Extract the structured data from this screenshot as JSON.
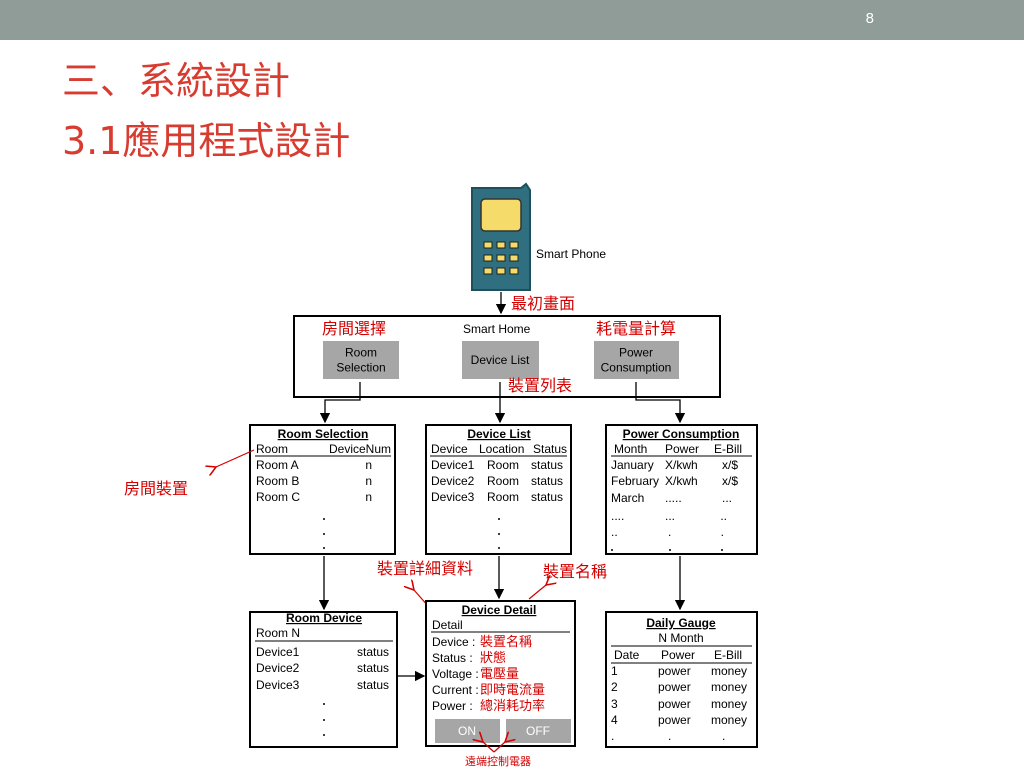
{
  "slide": {
    "page_number": "8",
    "title_line1": "三、系統設計",
    "title_line2": "3.1應用程式設計"
  },
  "colors": {
    "title": "#d83b2f",
    "topbar": "#909c98",
    "annotation": "#d40000",
    "phone_body": "#2f6f7f",
    "phone_screen": "#f5dc6a",
    "button_gray": "#a6a6a6"
  },
  "phone": {
    "label": "Smart Phone"
  },
  "home": {
    "title": "Smart Home",
    "buttons": [
      "Room\nSelection",
      "Device List",
      "Power\nConsumption"
    ]
  },
  "room_selection": {
    "title": "Room Selection",
    "header": [
      "Room",
      "DeviceNum"
    ],
    "rows": [
      [
        "Room A",
        "n"
      ],
      [
        "Room B",
        "n"
      ],
      [
        "Room C",
        "n"
      ]
    ]
  },
  "device_list": {
    "title": "Device List",
    "header": [
      "Device",
      "Location",
      "Status"
    ],
    "rows": [
      [
        "Device1",
        "Room",
        "status"
      ],
      [
        "Device2",
        "Room",
        "status"
      ],
      [
        "Device3",
        "Room",
        "status"
      ]
    ]
  },
  "power_consumption": {
    "title": "Power Consumption",
    "header": [
      "Month",
      "Power",
      "E-Bill"
    ],
    "rows": [
      [
        "January",
        "X/kwh",
        "x/$"
      ],
      [
        "February",
        "X/kwh",
        "x/$"
      ],
      [
        "March",
        ".....",
        "..."
      ],
      [
        "....",
        "...",
        ".."
      ],
      [
        "..",
        ".",
        "."
      ]
    ]
  },
  "room_device": {
    "title": "Room Device",
    "subheader": "Room N",
    "rows": [
      [
        "Device1",
        "status"
      ],
      [
        "Device2",
        "status"
      ],
      [
        "Device3",
        "status"
      ]
    ]
  },
  "device_detail": {
    "title": "Device Detail",
    "subheader": "Detail",
    "labels": [
      "Device",
      "Status",
      "Voltage",
      "Current",
      "Power"
    ],
    "values": [
      "裝置名稱",
      "狀態",
      "電壓量",
      "即時電流量",
      "總消耗功率"
    ],
    "on_label": "ON",
    "off_label": "OFF"
  },
  "daily_gauge": {
    "title": "Daily Gauge",
    "subheader": "N Month",
    "header": [
      "Date",
      "Power",
      "E-Bill"
    ],
    "rows": [
      [
        "1",
        "power",
        "money"
      ],
      [
        "2",
        "power",
        "money"
      ],
      [
        "3",
        "power",
        "money"
      ],
      [
        "4",
        "power",
        "money"
      ],
      [
        ".",
        ".",
        "."
      ]
    ]
  },
  "annotations": {
    "initial_screen": "最初畫面",
    "room_selection": "房間選擇",
    "power_calc": "耗電量計算",
    "device_list": "裝置列表",
    "room_devices": "房間裝置",
    "device_detail_info": "裝置詳細資料",
    "device_name": "裝置名稱",
    "remote_control": "遠端控制電器"
  }
}
